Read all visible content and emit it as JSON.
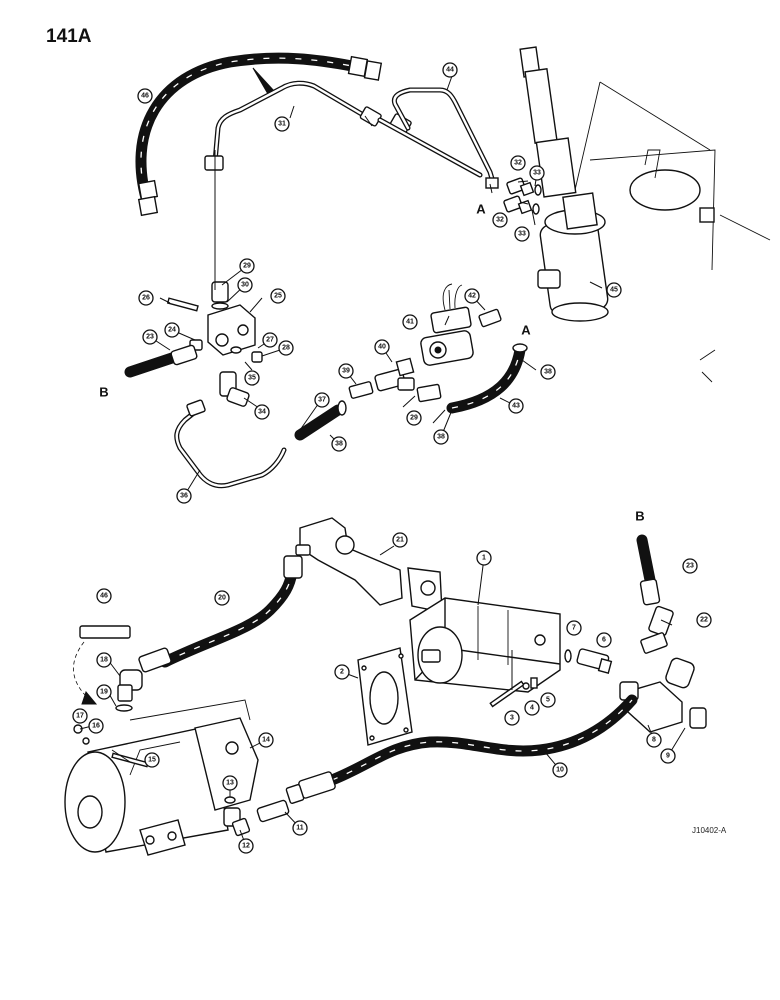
{
  "page_label": "141A",
  "reference_code": "J10402-A",
  "connection_markers": {
    "a_upper": "A",
    "a_right": "A",
    "b_left": "B",
    "b_lower": "B"
  },
  "callouts": [
    "1",
    "2",
    "3",
    "4",
    "5",
    "6",
    "7",
    "8",
    "9",
    "10",
    "11",
    "12",
    "13",
    "14",
    "15",
    "16",
    "17",
    "18",
    "19",
    "20",
    "21",
    "22",
    "23",
    "24",
    "25",
    "26",
    "27",
    "28",
    "29",
    "30",
    "31",
    "32",
    "33",
    "34",
    "35",
    "36",
    "37",
    "38",
    "39",
    "40",
    "41",
    "42",
    "43",
    "44",
    "45",
    "46"
  ],
  "colors": {
    "ink": "#111111",
    "paper": "#ffffff"
  }
}
